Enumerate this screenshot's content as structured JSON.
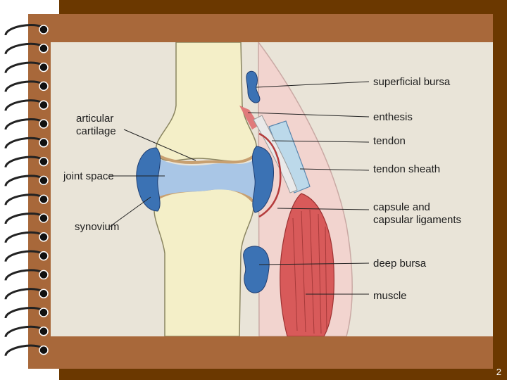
{
  "labels": {
    "superficial_bursa": "superficial bursa",
    "enthesis": "enthesis",
    "tendon": "tendon",
    "tendon_sheath": "tendon sheath",
    "capsule_line1": "capsule and",
    "capsule_line2": "capsular ligaments",
    "deep_bursa": "deep bursa",
    "muscle": "muscle",
    "articular_line1": "articular",
    "articular_line2": "cartilage",
    "joint_space": "joint space",
    "synovium": "synovium"
  },
  "slide_number": "2",
  "colors": {
    "background": "#6b3800",
    "panel": "#a8683a",
    "figure_bg": "#e9e4d8",
    "bone": "#f4efc8",
    "synovial_blue": "#3b72b4",
    "joint_space_light": "#a9c6e6",
    "tendon_blue": "#bcd9ea",
    "muscle_red": "#d85a5a",
    "skin_pink": "#f2d4cf"
  }
}
